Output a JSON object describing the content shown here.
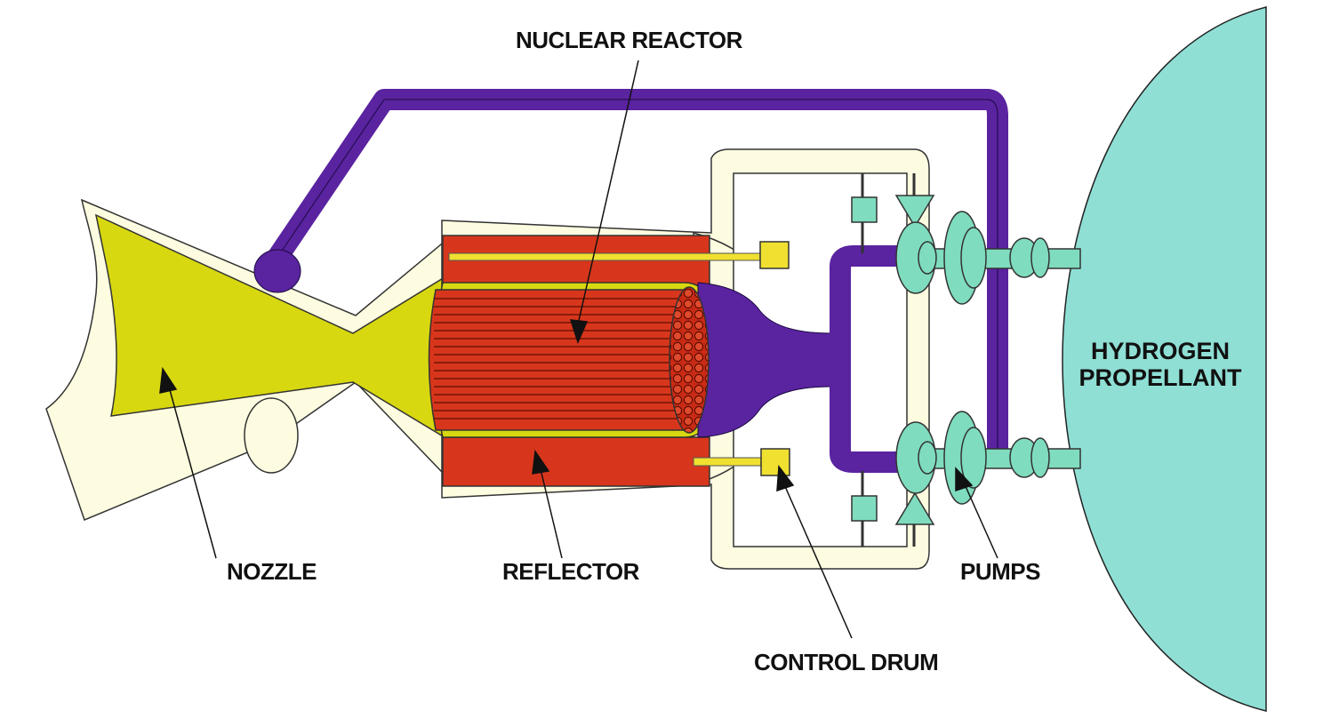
{
  "labels": {
    "nuclear_reactor": "NUCLEAR REACTOR",
    "nozzle": "NOZZLE",
    "reflector": "REFLECTOR",
    "control_drum": "CONTROL DRUM",
    "pumps": "PUMPS",
    "tank_line1": "HYDROGEN",
    "tank_line2": "PROPELLANT"
  },
  "colors": {
    "hydrogen_tank": "#8fdfd5",
    "feed_pipe": "#5a23a0",
    "reactor_core": "#d8361c",
    "nozzle": "#d8d810",
    "housing": "#fdfce0",
    "pumps": "#7fdcbf",
    "control_drum": "#f0e030"
  }
}
